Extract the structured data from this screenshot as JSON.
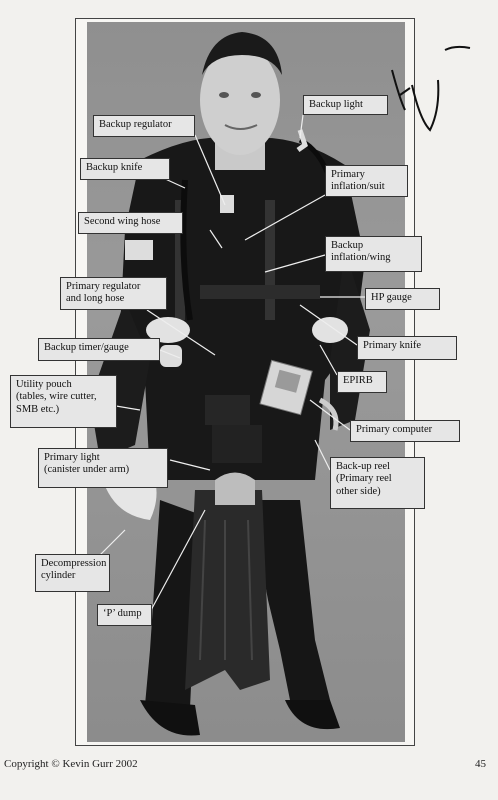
{
  "labels": {
    "backup_light": "Backup light",
    "backup_regulator": "Backup regulator",
    "backup_knife": "Backup knife",
    "primary_inflation": "Primary\ninflation/suit",
    "second_wing_hose": "Second wing hose",
    "backup_inflation": "Backup\ninflation/wing",
    "primary_regulator": "Primary regulator\nand long hose",
    "hp_gauge": "HP gauge",
    "backup_timer": "Backup timer/gauge",
    "primary_knife": "Primary knife",
    "utility_pouch": "Utility pouch\n(tables, wire cutter,\nSMB etc.)",
    "epirb": "EPIRB",
    "primary_computer": "Primary computer",
    "primary_light": "Primary light\n(canister under arm)",
    "backup_reel": "Back-up reel\n(Primary reel\nother side)",
    "decompression_cylinder": "Decompression\ncylinder",
    "p_dump": "‘P’ dump"
  },
  "footer": {
    "copyright": "Copyright © Kevin Gurr 2002",
    "page_number": "45"
  }
}
